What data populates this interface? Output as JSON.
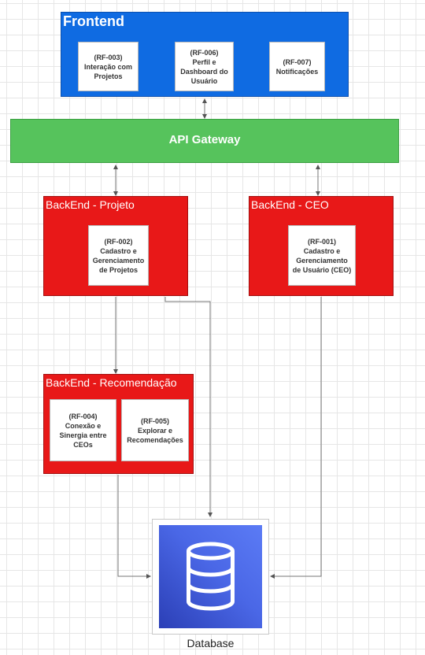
{
  "diagram": {
    "frontend": {
      "title": "Frontend",
      "cards": [
        {
          "lines": [
            "(RF-003)",
            "Interação com",
            "Projetos"
          ]
        },
        {
          "lines": [
            "(RF-006)",
            "Perfil e",
            "Dashboard do",
            "Usuário"
          ]
        },
        {
          "lines": [
            "(RF-007)",
            "Notificações"
          ]
        }
      ]
    },
    "gateway": {
      "title": "API Gateway"
    },
    "backend_projeto": {
      "title": "BackEnd - Projeto",
      "card": {
        "lines": [
          "(RF-002)",
          "Cadastro e",
          "Gerenciamento",
          "de Projetos"
        ]
      }
    },
    "backend_ceo": {
      "title": "BackEnd - CEO",
      "card": {
        "lines": [
          "(RF-001)",
          "Cadastro e",
          "Gerenciamento",
          "de Usuário (CEO)"
        ]
      }
    },
    "backend_recomendacao": {
      "title": "BackEnd - Recomendação",
      "cards": [
        {
          "lines": [
            "(RF-004)",
            "Conexão e",
            "Sinergia entre",
            "CEOs"
          ]
        },
        {
          "lines": [
            "(RF-005)",
            "Explorar e",
            "Recomendações"
          ]
        }
      ]
    },
    "database": {
      "label": "Database",
      "icon": "database-icon"
    }
  },
  "colors": {
    "frontend": "#0f6be2",
    "gateway": "#56c35c",
    "backend": "#e81818",
    "database": "#3f5bd8",
    "connector": "#777777"
  }
}
